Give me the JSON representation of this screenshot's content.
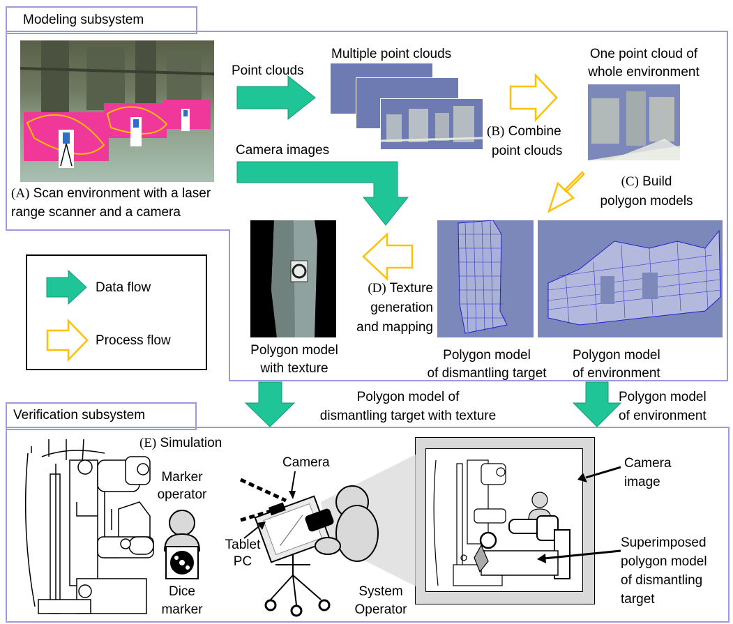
{
  "modeling": {
    "title": "Modeling subsystem",
    "scan_label_a": "(A)",
    "scan_text_1": " Scan environment with a laser",
    "scan_text_2": "range scanner and a camera",
    "point_clouds_arrow_label": "Point clouds",
    "camera_images_arrow_label": "Camera images",
    "multiple_point_clouds": "Multiple point clouds",
    "one_point_cloud_1": "One point cloud of",
    "one_point_cloud_2": "whole environment",
    "combine_b": "(B)",
    "combine_1": " Combine",
    "combine_2": "point clouds",
    "build_c": "(C)",
    "build_1": " Build",
    "build_2": "polygon models",
    "texture_d": "(D)",
    "texture_1": " Texture",
    "texture_2": "generation",
    "texture_3": "and mapping",
    "poly_texture_1": "Polygon model",
    "poly_texture_2": "with texture",
    "poly_target_1": "Polygon model",
    "poly_target_2": "of dismantling target",
    "poly_env_1": "Polygon model",
    "poly_env_2": "of environment"
  },
  "legend": {
    "data_flow": "Data flow",
    "process_flow": "Process flow"
  },
  "transfer": {
    "target_1": "Polygon model of",
    "target_2": "dismantling target with texture",
    "env_1": "Polygon model",
    "env_2": "of environment"
  },
  "verification": {
    "title": "Verification subsystem",
    "sim_e": "(E)",
    "sim_text": " Simulation",
    "marker_operator_1": "Marker",
    "marker_operator_2": "operator",
    "dice_marker_1": "Dice",
    "dice_marker_2": "marker",
    "camera": "Camera",
    "tablet_1": "Tablet",
    "tablet_2": "PC",
    "system_operator_1": "System",
    "system_operator_2": "Operator",
    "camera_image_1": "Camera",
    "camera_image_2": "image",
    "superimposed_1": "Superimposed",
    "superimposed_2": "polygon model",
    "superimposed_3": "of dismantling",
    "superimposed_4": "target"
  },
  "colors": {
    "data_flow": "#1fc497",
    "process_flow": "#ffc000",
    "frame": "#9b9bdb",
    "scan_band": "#f0389a",
    "polygon_bg": "#7d88ba",
    "mesh": "#2020d0"
  }
}
